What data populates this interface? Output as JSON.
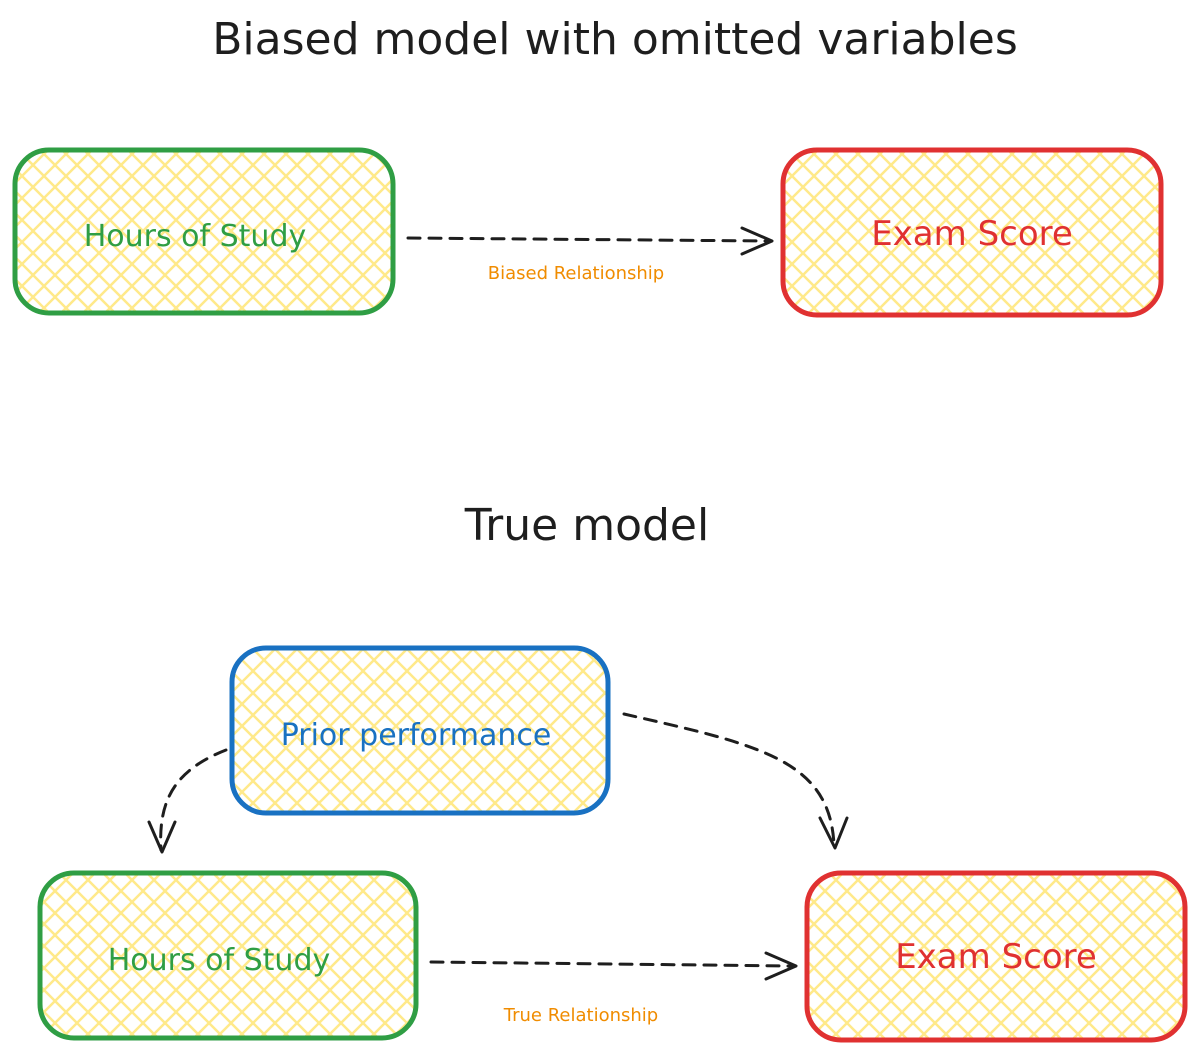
{
  "colors": {
    "green": "#2f9e44",
    "red": "#e03131",
    "blue": "#1971c2",
    "orange": "#f08c00",
    "hatch": "#ffe98a",
    "ink": "#1e1e1e"
  },
  "biased_model": {
    "title": "Biased model with omitted variables",
    "nodes": {
      "hours_of_study": "Hours of Study",
      "exam_score": "Exam Score"
    },
    "edge_label": "Biased Relationship"
  },
  "true_model": {
    "title": "True model",
    "nodes": {
      "prior_performance": "Prior performance",
      "hours_of_study": "Hours of Study",
      "exam_score": "Exam Score"
    },
    "edge_label": "True Relationship"
  }
}
